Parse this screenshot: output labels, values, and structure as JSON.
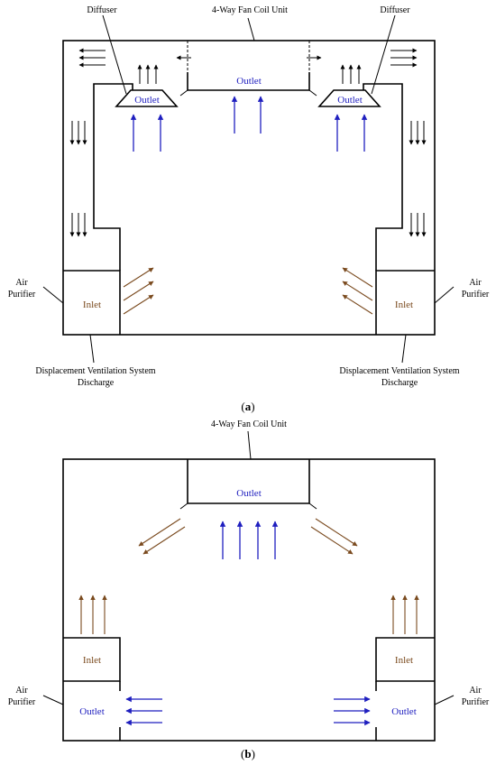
{
  "colors": {
    "line": "#000000",
    "supply_arrow": "#1f1fbf",
    "return_arrow": "#7a4a1e"
  },
  "diagram_a": {
    "fan_coil_label": "4-Way Fan Coil Unit",
    "diffuser_left_label": "Diffuser",
    "diffuser_right_label": "Diffuser",
    "outlet_center_label": "Outlet",
    "outlet_left_label": "Outlet",
    "outlet_right_label": "Outlet",
    "inlet_left_label": "Inlet",
    "inlet_right_label": "Inlet",
    "air_purifier_left": [
      "Air",
      "Purifier"
    ],
    "air_purifier_right": [
      "Air",
      "Purifier"
    ],
    "dvs_left": [
      "Displacement Ventilation System",
      "Discharge"
    ],
    "dvs_right": [
      "Displacement Ventilation System",
      "Discharge"
    ],
    "caption": [
      "(",
      "a",
      ")"
    ]
  },
  "diagram_b": {
    "fan_coil_label": "4-Way Fan Coil Unit",
    "outlet_center_label": "Outlet",
    "inlet_left_label": "Inlet",
    "inlet_right_label": "Inlet",
    "outlet_left_label": "Outlet",
    "outlet_right_label": "Outlet",
    "air_purifier_left": [
      "Air",
      "Purifier"
    ],
    "air_purifier_right": [
      "Air",
      "Purifier"
    ],
    "caption": [
      "(",
      "b",
      ")"
    ]
  }
}
